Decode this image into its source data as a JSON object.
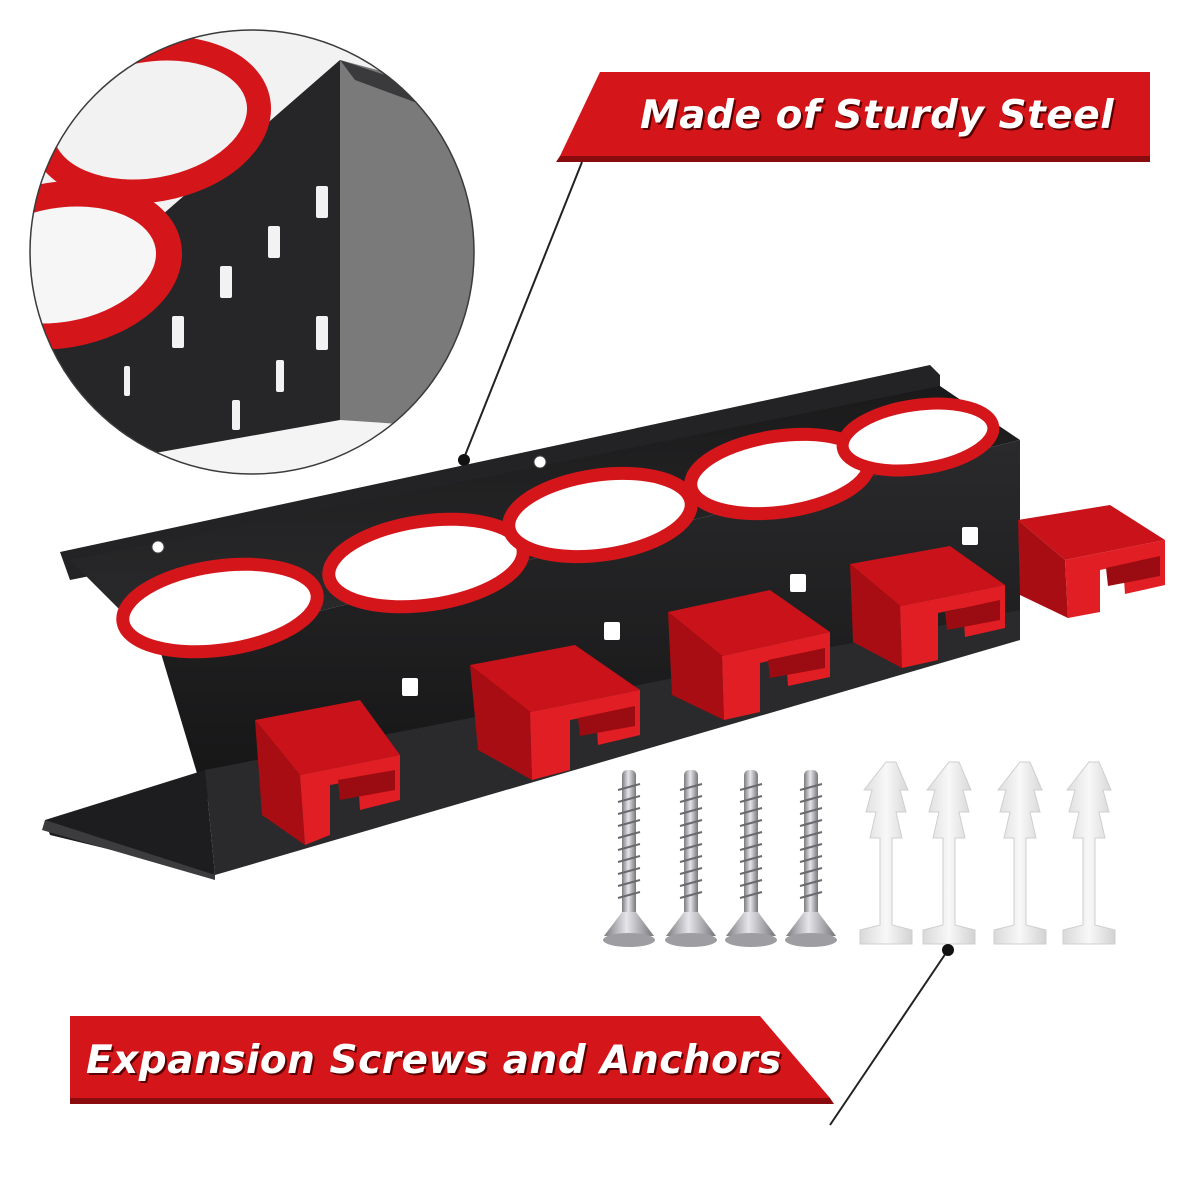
{
  "callouts": {
    "steel": "Made of Sturdy Steel",
    "hardware": "Expansion Screws and Anchors"
  },
  "colors": {
    "accent_red": "#d4161b",
    "steel_black": "#1e1e1f",
    "anchor_white": "#eeeeee",
    "screw_silver": "#b9b9bd"
  },
  "product": {
    "holder_rings": 5,
    "clip_brackets": 5,
    "screws": 4,
    "anchors": 4
  }
}
